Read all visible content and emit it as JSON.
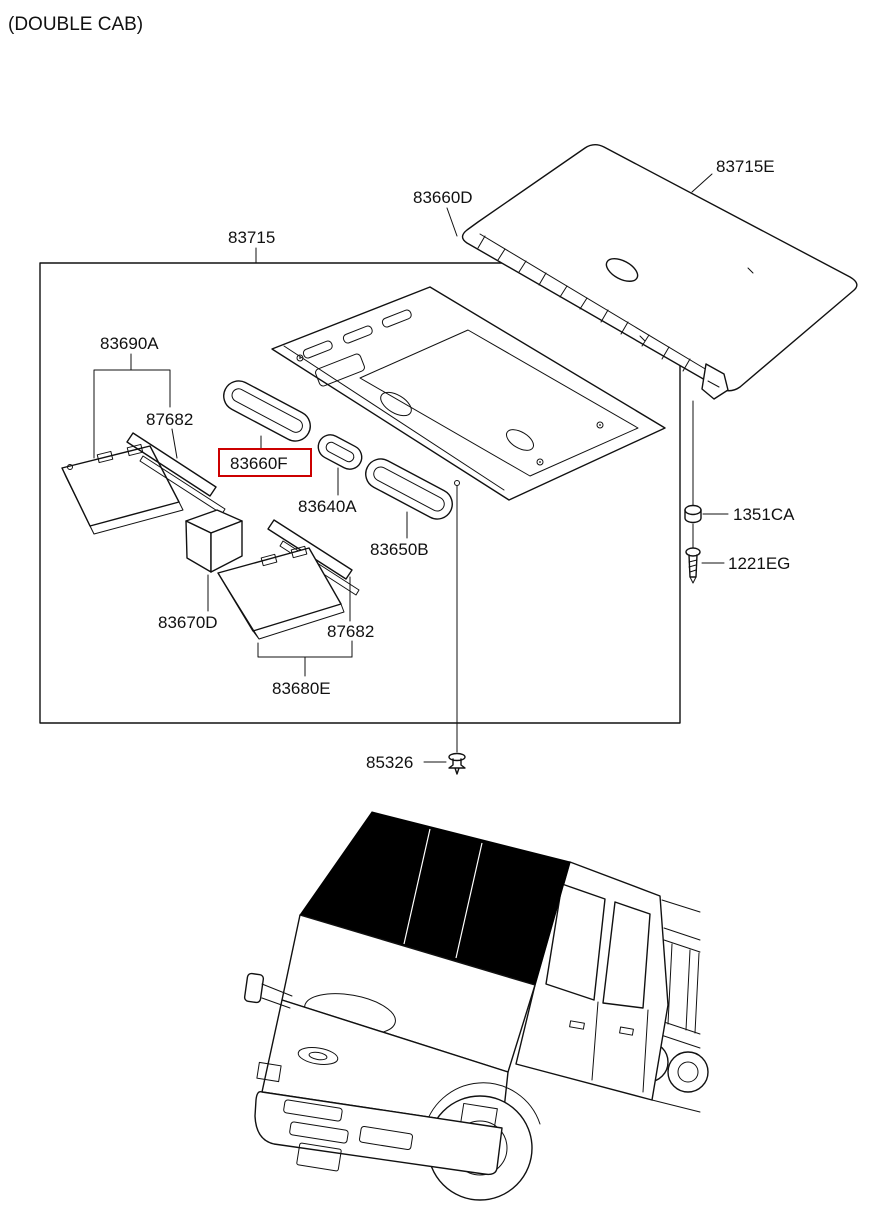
{
  "title": "(DOUBLE CAB)",
  "parts": {
    "roof_panel": "83715E",
    "roof_front_rail": "83660D",
    "headlining_assembly": "83715",
    "sunvisor_lh_assy": "83690A",
    "retainer_upper": "87682",
    "console_garnish": "83660F",
    "map_lamp_garnish": "83640A",
    "rear_lamp_garnish": "83650B",
    "overhead_box": "83670D",
    "retainer_lower": "87682",
    "sunvisor_rh_assy": "83680E",
    "nut": "1351CA",
    "screw": "1221EG",
    "clip": "85326"
  },
  "highlight": {
    "part": "83660F",
    "color": "#cc0000"
  }
}
